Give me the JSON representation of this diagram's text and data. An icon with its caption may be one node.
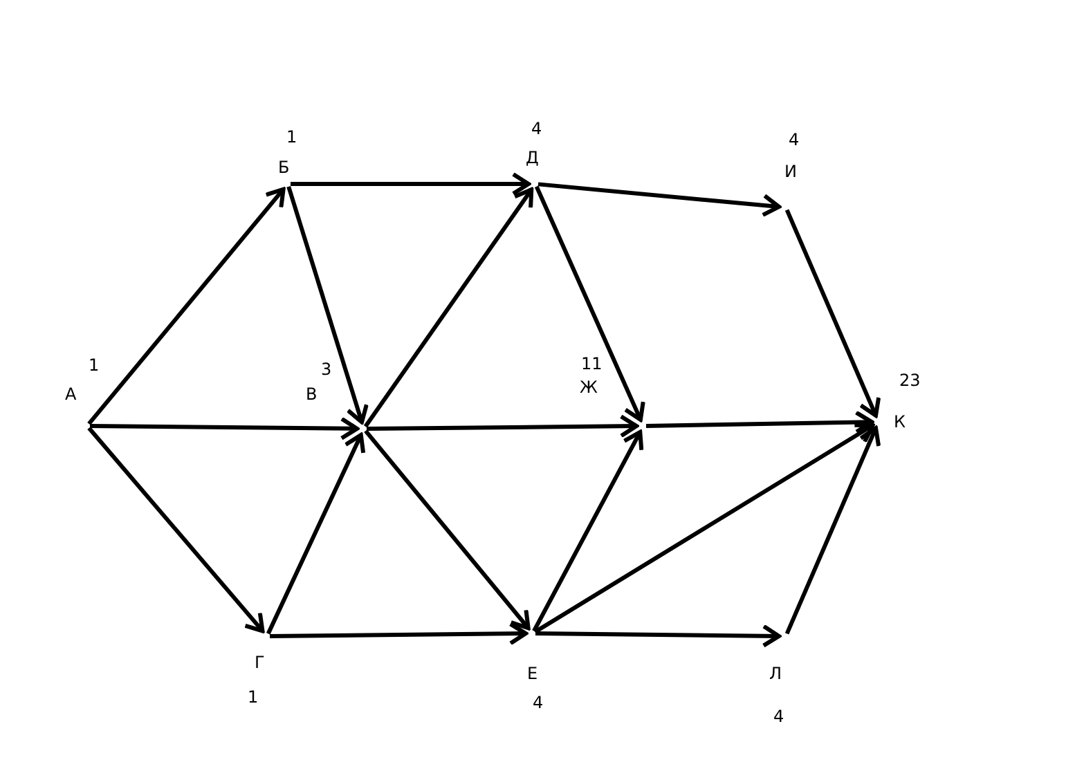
{
  "diagram": {
    "nodes": [
      {
        "text": [
          "А"
        ],
        "beside": [
          "1"
        ]
      },
      {
        "text": [
          "Б"
        ],
        "beside": [
          "1"
        ]
      },
      {
        "text": [
          "В"
        ],
        "beside": [
          "3"
        ]
      },
      {
        "text": [
          "Г"
        ],
        "beside": [
          "1"
        ]
      },
      {
        "text": [
          "Д"
        ],
        "beside": [
          "4"
        ]
      },
      {
        "text": [
          "Е"
        ],
        "beside": [
          "4"
        ]
      },
      {
        "text": [
          "Ж"
        ],
        "beside": [
          "11"
        ]
      },
      {
        "text": [
          "И"
        ],
        "beside": [
          "4"
        ]
      },
      {
        "text": [
          "К"
        ],
        "beside": [
          "23"
        ]
      },
      {
        "text": [
          "Л"
        ],
        "beside": [
          "4"
        ]
      }
    ],
    "edges": [
      {
        "from": 0,
        "to": 1,
        "arrow": "to"
      },
      {
        "from": 0,
        "to": 2,
        "arrow": "to"
      },
      {
        "from": 0,
        "to": 3,
        "arrow": "to"
      },
      {
        "from": 1,
        "to": 4,
        "arrow": "to"
      },
      {
        "from": 1,
        "to": 2,
        "arrow": "to"
      },
      {
        "from": 2,
        "to": 4,
        "arrow": "to"
      },
      {
        "from": 2,
        "to": 6,
        "arrow": "to"
      },
      {
        "from": 2,
        "to": 5,
        "arrow": "to"
      },
      {
        "from": 3,
        "to": 2,
        "arrow": "to"
      },
      {
        "from": 3,
        "to": 5,
        "arrow": "to"
      },
      {
        "from": 4,
        "to": 7,
        "arrow": "to"
      },
      {
        "from": 4,
        "to": 6,
        "arrow": "to"
      },
      {
        "from": 5,
        "to": 6,
        "arrow": "to"
      },
      {
        "from": 5,
        "to": 8,
        "arrow": "to"
      },
      {
        "from": 5,
        "to": 9,
        "arrow": "to"
      },
      {
        "from": 6,
        "to": 8,
        "arrow": "to"
      },
      {
        "from": 7,
        "to": 8,
        "arrow": "to"
      },
      {
        "from": 9,
        "to": 8,
        "arrow": "to"
      }
    ]
  }
}
